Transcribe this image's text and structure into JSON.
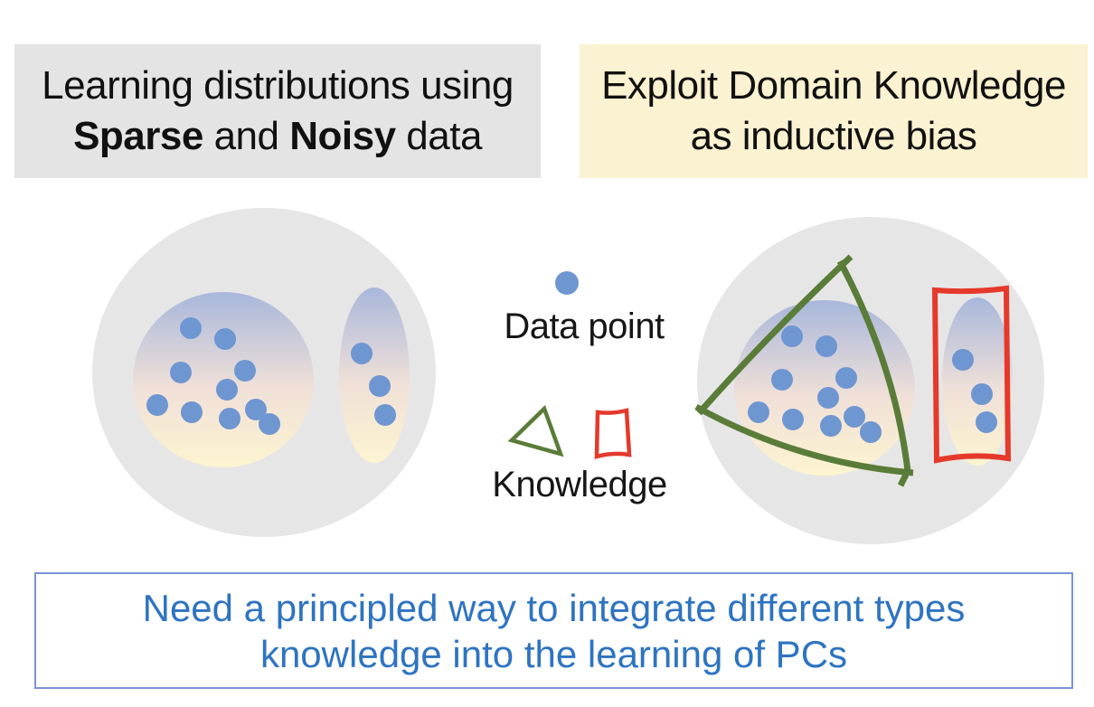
{
  "header": {
    "left_box": {
      "line1": "Learning distributions using",
      "bold1": "Sparse",
      "mid": " and ",
      "bold2": "Noisy",
      "tail": " data",
      "bg_color": "#e4e4e4"
    },
    "right_box": {
      "line1": "Exploit Domain Knowledge",
      "line2": "as inductive bias",
      "bg_color": "#fbf2d1"
    }
  },
  "legend": {
    "data_point_label": "Data point",
    "knowledge_label": "Knowledge"
  },
  "footer": {
    "line1": "Need a principled way to integrate different types",
    "line2": "knowledge into the learning of PCs"
  },
  "colors": {
    "data_point_blue": "#6e96d1",
    "knowledge_green": "#5a7c39",
    "knowledge_red": "#e5392b",
    "cluster_gray": "#e7e6e6",
    "gradient_top": "#a8b7db",
    "gradient_mid": "#f0e0d8",
    "gradient_bottom": "#fdf4d0",
    "footer_text_blue": "#2e74c1",
    "footer_border_blue": "#7b93d2"
  },
  "clusters": {
    "dot_radius": 12,
    "left": {
      "dots": [
        [
          211,
          363
        ],
        [
          249,
          375
        ],
        [
          200,
          412
        ],
        [
          271,
          410
        ],
        [
          251,
          431
        ],
        [
          174,
          448
        ],
        [
          212,
          456
        ],
        [
          254,
          463
        ],
        [
          283,
          453
        ],
        [
          298,
          469
        ],
        [
          400,
          391
        ],
        [
          420,
          427
        ],
        [
          426,
          459
        ]
      ]
    },
    "right": {
      "dots": [
        [
          876,
          372
        ],
        [
          914,
          383
        ],
        [
          865,
          420
        ],
        [
          936,
          418
        ],
        [
          916,
          440
        ],
        [
          839,
          456
        ],
        [
          877,
          464
        ],
        [
          919,
          471
        ],
        [
          945,
          461
        ],
        [
          963,
          478
        ],
        [
          1065,
          398
        ],
        [
          1086,
          436
        ],
        [
          1091,
          467
        ]
      ]
    }
  }
}
